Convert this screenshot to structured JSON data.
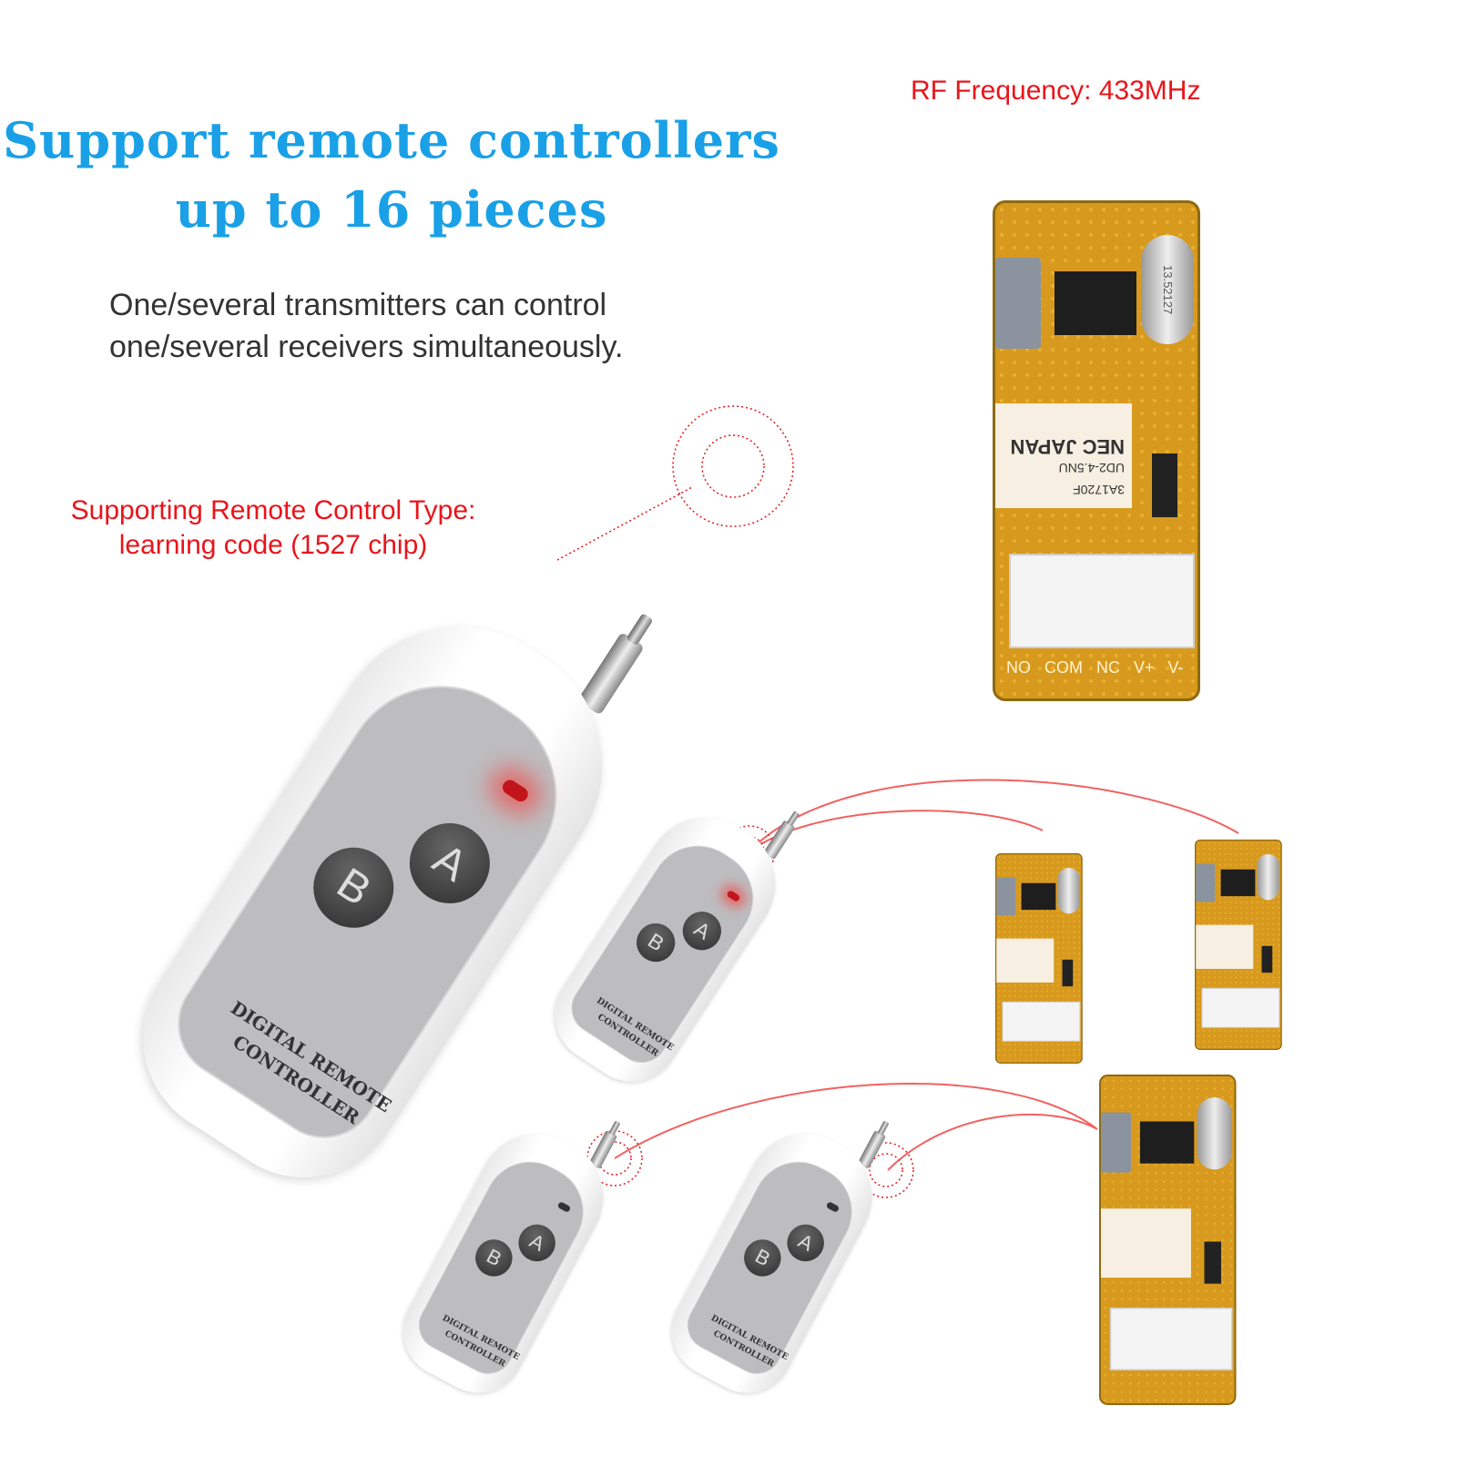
{
  "heading": {
    "line1": "Support remote controllers",
    "line2": "up to 16 pieces"
  },
  "description": {
    "line1": "One/several transmitters can control",
    "line2": "one/several receivers simultaneously."
  },
  "rf_frequency": "RF Frequency: 433MHz",
  "remote_type": {
    "line1": "Supporting Remote Control Type:",
    "line2": "learning code (1527 chip)"
  },
  "remote": {
    "button_a": "A",
    "button_b": "B",
    "label": "DIGITAL REMOTE CONTROLLER"
  },
  "pcb": {
    "crystal": "13.52127",
    "relay_brand": "NEC JAPAN",
    "relay_model": "UD2-4.5NU",
    "relay_code": "3A1720F",
    "pins": "NO COM NC V+ V-"
  },
  "colors": {
    "heading": "#1aa0e6",
    "accent_red": "#e8151b"
  }
}
